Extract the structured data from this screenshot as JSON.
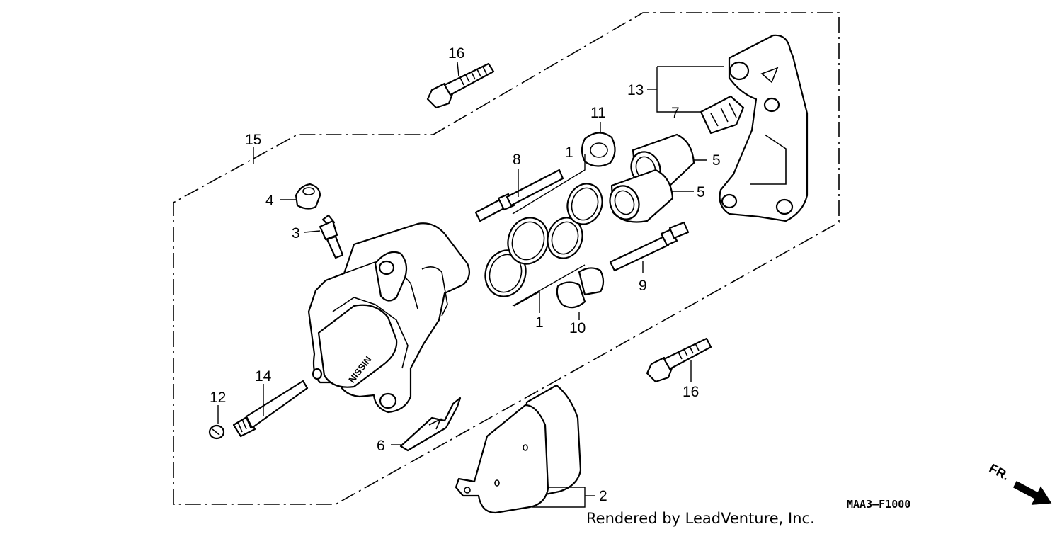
{
  "diagram": {
    "callouts": {
      "c1a": "1",
      "c1b": "1",
      "c2": "2",
      "c3": "3",
      "c4": "4",
      "c5a": "5",
      "c5b": "5",
      "c6": "6",
      "c7": "7",
      "c8": "8",
      "c9": "9",
      "c10": "10",
      "c11": "11",
      "c12": "12",
      "c13": "13",
      "c14": "14",
      "c15": "15",
      "c16a": "16",
      "c16b": "16"
    },
    "diagram_code": "MAA3—F1000",
    "credit": "Rendered by LeadVenture, Inc.",
    "direction_label": "FR."
  }
}
